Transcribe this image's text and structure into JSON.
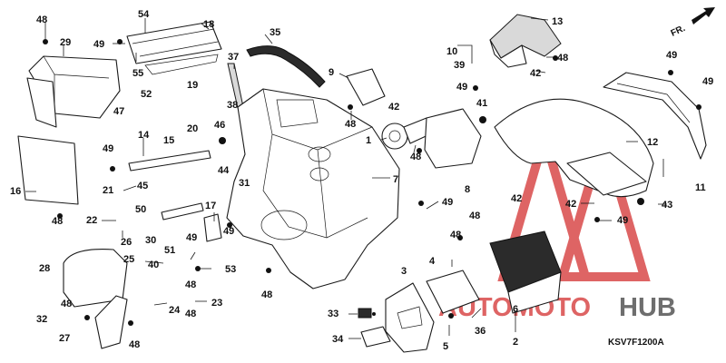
{
  "diagram": {
    "code": "KSV7F1200A",
    "direction_label": "FR.",
    "watermark": {
      "word1": "AUTOMOTO",
      "word2": "HUB",
      "color_red": "#d94a4a",
      "color_grey": "#555555"
    },
    "callouts": {
      "c1": "1",
      "c2": "2",
      "c3": "3",
      "c4": "4",
      "c5": "5",
      "c6": "6",
      "c7": "7",
      "c8": "8",
      "c9": "9",
      "c10": "10",
      "c11": "11",
      "c12": "12",
      "c13": "13",
      "c14": "14",
      "c15": "15",
      "c16": "16",
      "c17": "17",
      "c18": "18",
      "c19": "19",
      "c20": "20",
      "c21": "21",
      "c22": "22",
      "c23": "23",
      "c24": "24",
      "c25": "25",
      "c26": "26",
      "c27": "27",
      "c28": "28",
      "c29": "29",
      "c30": "30",
      "c31": "31",
      "c32": "32",
      "c33": "33",
      "c34": "34",
      "c35": "35",
      "c36": "36",
      "c37": "37",
      "c38": "38",
      "c39": "39",
      "c40": "40",
      "c41": "41",
      "c42": "42",
      "c43": "43",
      "c44": "44",
      "c45": "45",
      "c46": "46",
      "c47": "47",
      "c48": "48",
      "c49": "49",
      "c50": "50",
      "c51": "51",
      "c52": "52",
      "c53": "53",
      "c54": "54",
      "c55": "55"
    }
  }
}
